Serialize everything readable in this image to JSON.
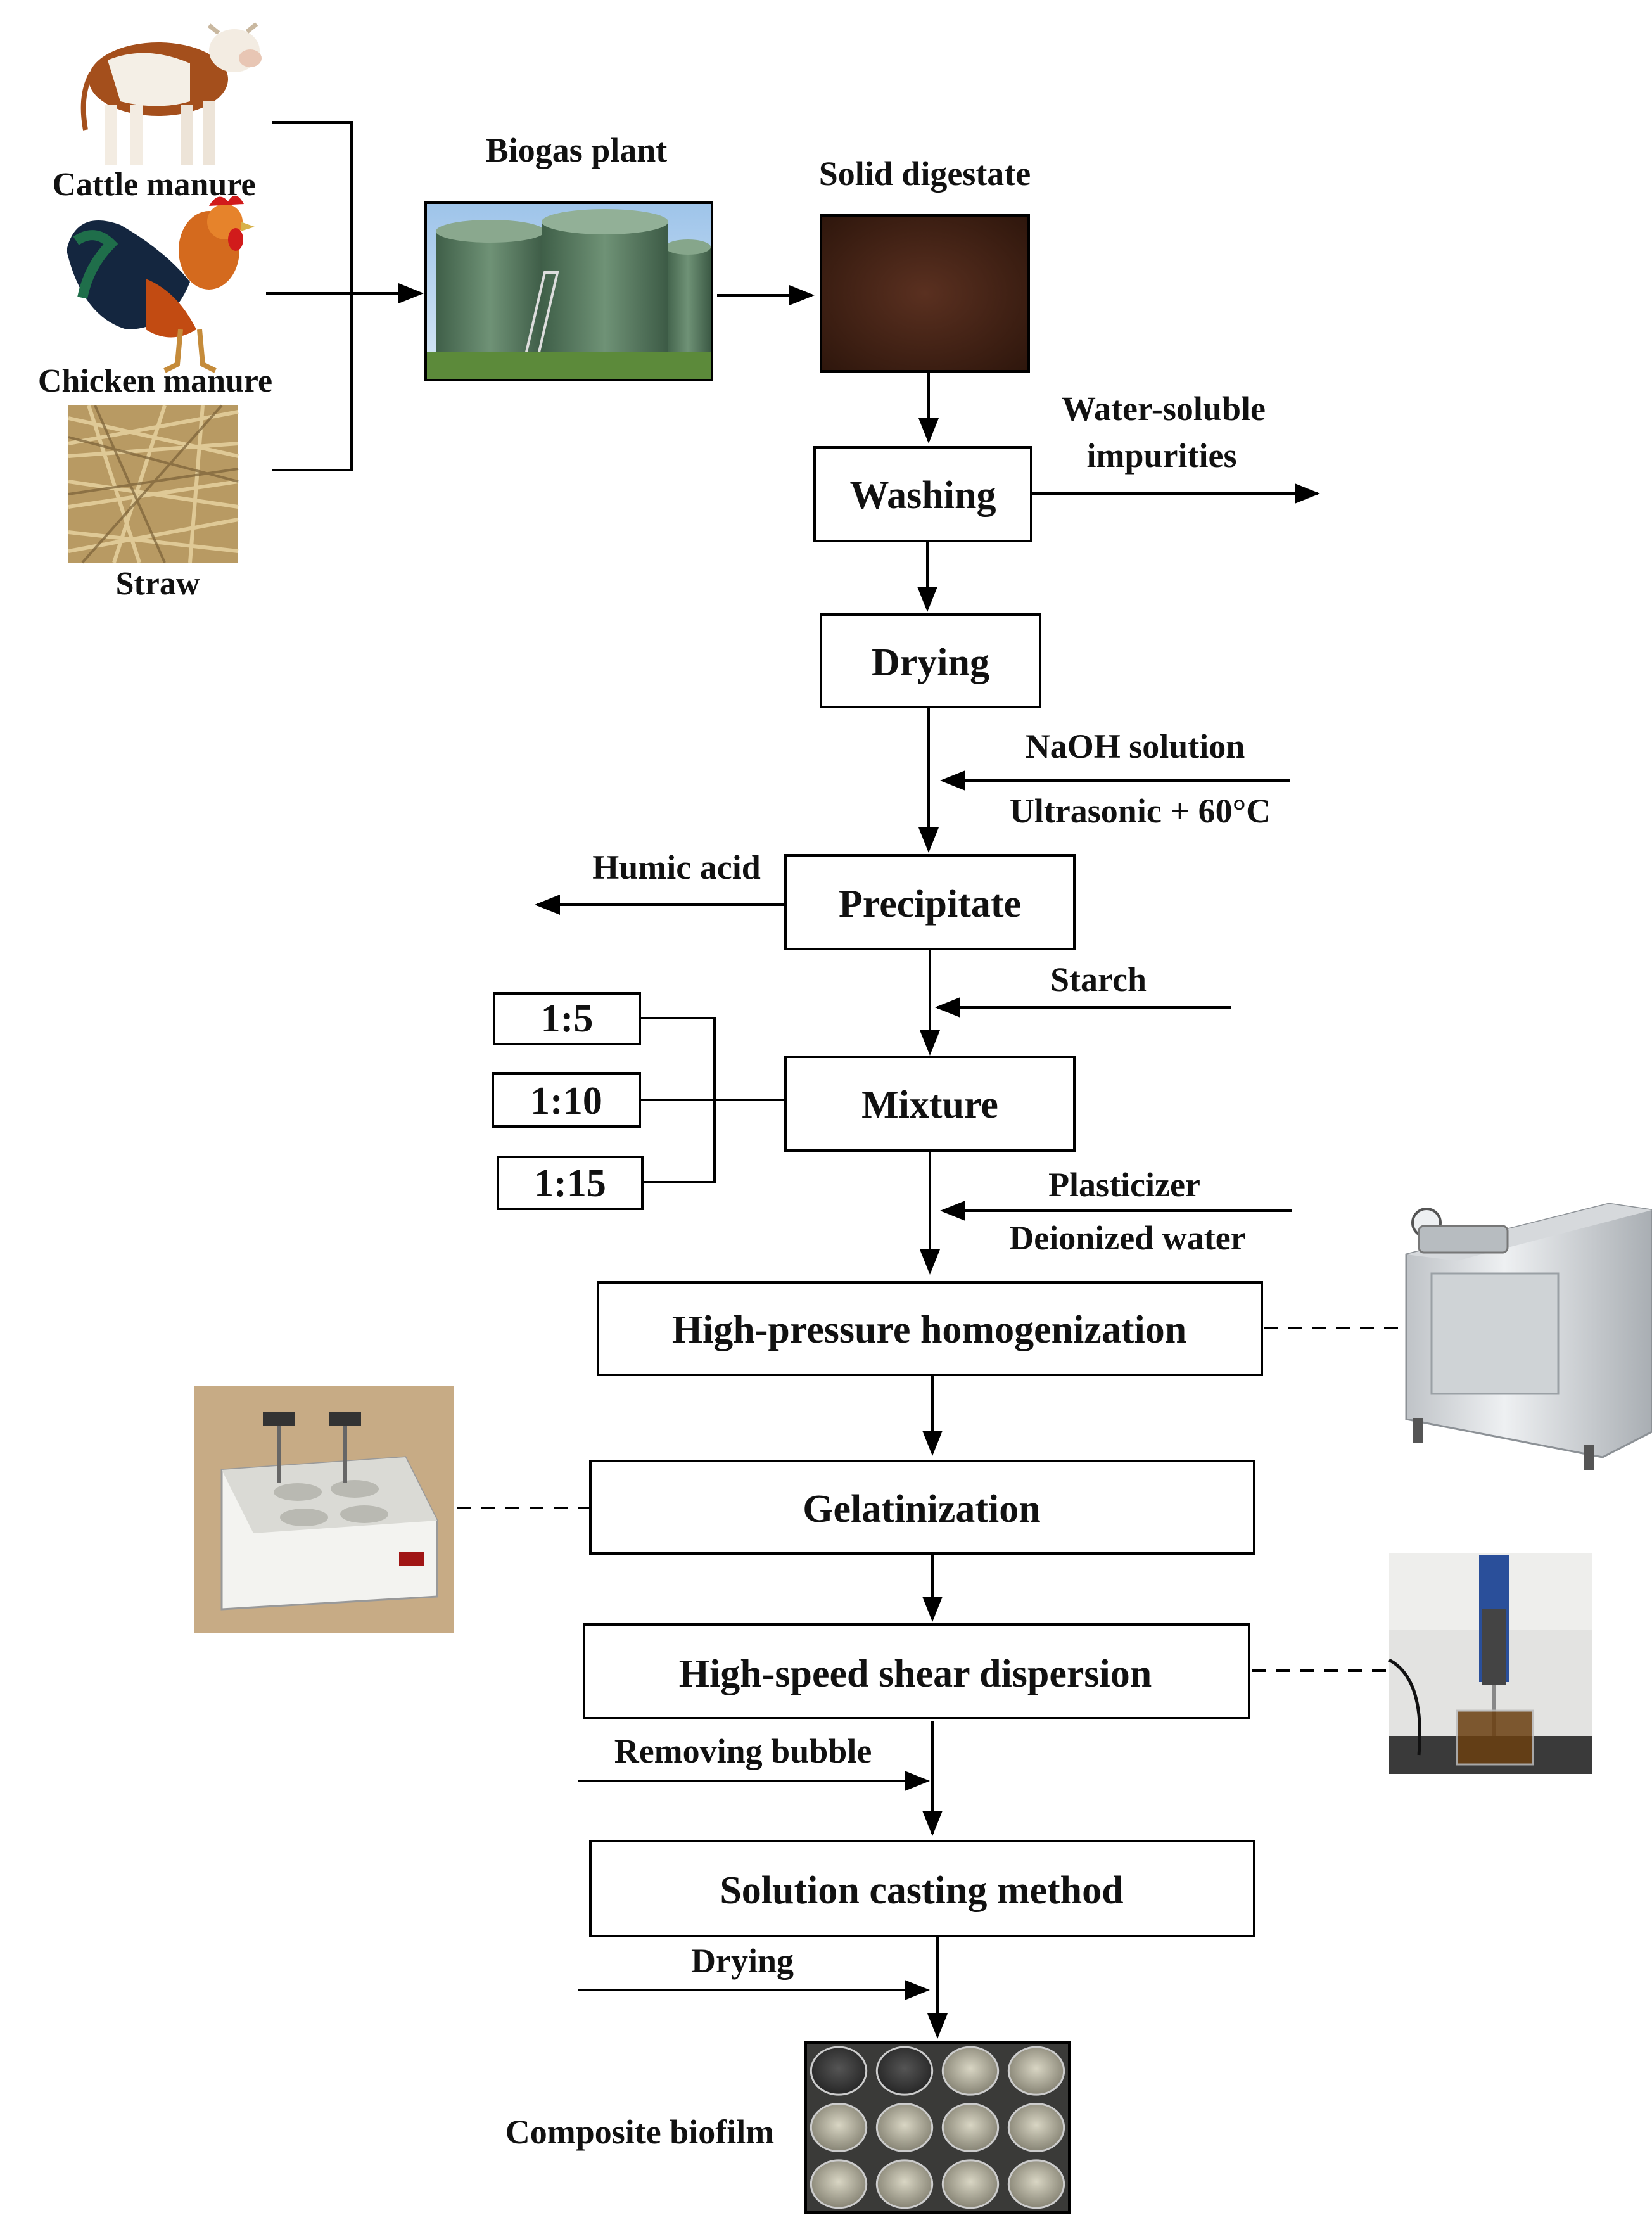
{
  "sources": {
    "cattle": "Cattle manure",
    "chicken": "Chicken manure",
    "straw": "Straw"
  },
  "biogas_plant": "Biogas plant",
  "solid_digestate": "Solid digestate",
  "steps": {
    "washing": "Washing",
    "drying": "Drying",
    "precipitate": "Precipitate",
    "mixture": "Mixture",
    "hph": "High-pressure homogenization",
    "gelatinization": "Gelatinization",
    "shear": "High-speed shear dispersion",
    "casting": "Solution casting method"
  },
  "side_labels": {
    "impurities_1": "Water-soluble",
    "impurities_2": "impurities",
    "naoh": "NaOH solution",
    "ultrasonic": "Ultrasonic + 60°C",
    "humic": "Humic acid",
    "starch": "Starch",
    "plasticizer": "Plasticizer",
    "water": "Deionized water",
    "bubble": "Removing bubble",
    "drying2": "Drying",
    "biofilm": "Composite biofilm"
  },
  "ratios": [
    "1:5",
    "1:10",
    "1:15"
  ],
  "images": [
    "cow-photo",
    "rooster-photo",
    "straw-photo",
    "biogas-tanks-photo",
    "soil-photo",
    "homogenizer-photo",
    "water-bath-photo",
    "shear-mixer-photo",
    "petri-dishes-photo"
  ],
  "colors": {
    "line": "#000000",
    "text": "#111111",
    "digestate": "#3e1f12",
    "tank": "#4f7057"
  }
}
